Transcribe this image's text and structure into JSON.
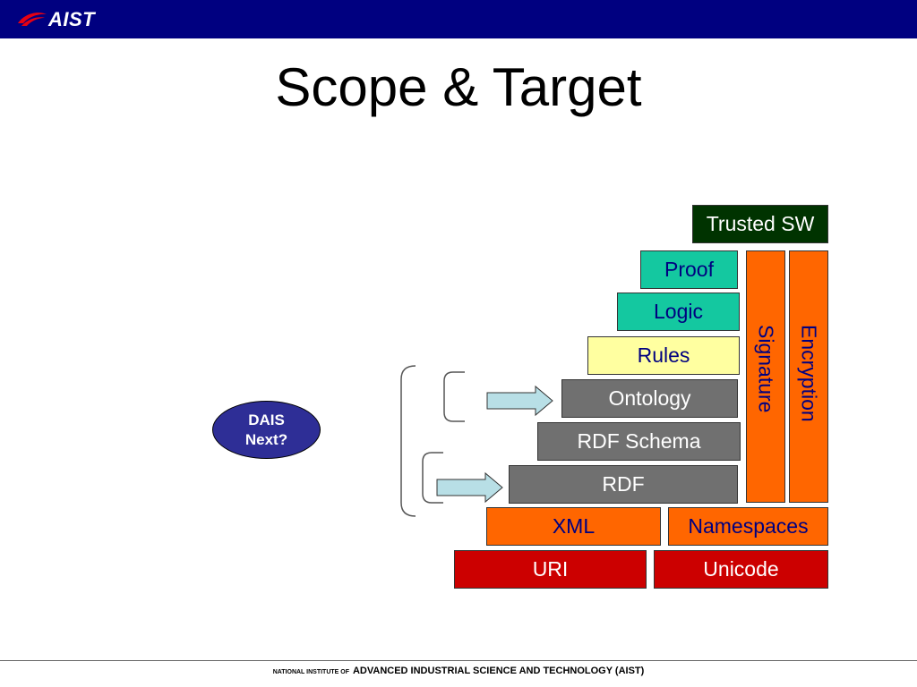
{
  "header": {
    "logo_text": "AIST",
    "color": "#000080"
  },
  "slide": {
    "title": "Scope & Target"
  },
  "diagram": {
    "layers": {
      "trusted_sw": "Trusted SW",
      "proof": "Proof",
      "logic": "Logic",
      "rules": "Rules",
      "ontology": "Ontology",
      "rdf_schema": "RDF Schema",
      "rdf": "RDF",
      "xml": "XML",
      "namespaces": "Namespaces",
      "uri": "URI",
      "unicode": "Unicode",
      "signature": "Signature",
      "encryption": "Encryption"
    },
    "badge": {
      "line1": "DAIS",
      "line2": "Next?"
    },
    "colors": {
      "trusted": "#003300",
      "teal": "#14c8a0",
      "yellow": "#ffffa0",
      "gray": "#707070",
      "orange": "#ff6600",
      "red": "#cc0000",
      "arrow": "#b8dfe6",
      "badge": "#2e2e96"
    }
  },
  "footer": {
    "prefix": "NATIONAL INSTITUTE OF",
    "name": "ADVANCED INDUSTRIAL SCIENCE AND TECHNOLOGY (AIST)"
  }
}
